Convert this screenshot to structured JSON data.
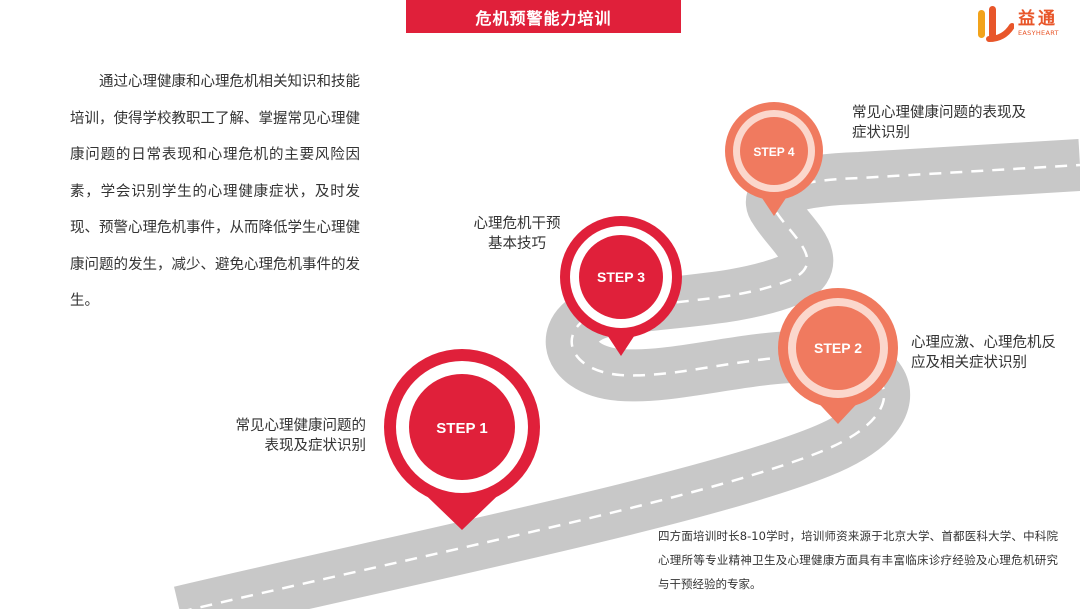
{
  "header": {
    "title": "危机预警能力培训"
  },
  "logo": {
    "name": "益通",
    "tagline": "EASYHEART",
    "icon": "easyheart-logo"
  },
  "intro": {
    "text": "通过心理健康和心理危机相关知识和技能培训，使得学校教职工了解、掌握常见心理健康问题的日常表现和心理危机的主要风险因素，学会识别学生的心理健康症状，及时发现、预警心理危机事件，从而降低学生心理健康问题的发生，减少、避免心理危机事件的发生。"
  },
  "steps": [
    {
      "label": "STEP 1",
      "text_line1": "常见心理健康问题的",
      "text_line2": "表现及症状识别",
      "color": "#e0203a"
    },
    {
      "label": "STEP 2",
      "text_line1": "心理应激、心理危机反",
      "text_line2": "应及相关症状识别",
      "color": "#f07a5f"
    },
    {
      "label": "STEP 3",
      "text_line1": "心理危机干预",
      "text_line2": "基本技巧",
      "color": "#e0203a"
    },
    {
      "label": "STEP 4",
      "text_line1": "常见心理健康问题的表现及",
      "text_line2": "症状识别",
      "color": "#f07a5f"
    }
  ],
  "footer": {
    "text": "四方面培训时长8-10学时，培训师资来源于北京大学、首都医科大学、中科院心理所等专业精神卫生及心理健康方面具有丰富临床诊疗经验及心理危机研究与干预经验的专家。"
  },
  "colors": {
    "accent": "#e0203a",
    "accent_light": "#f07a5f",
    "road": "#c8c8c8",
    "brand": "#e8562a"
  }
}
